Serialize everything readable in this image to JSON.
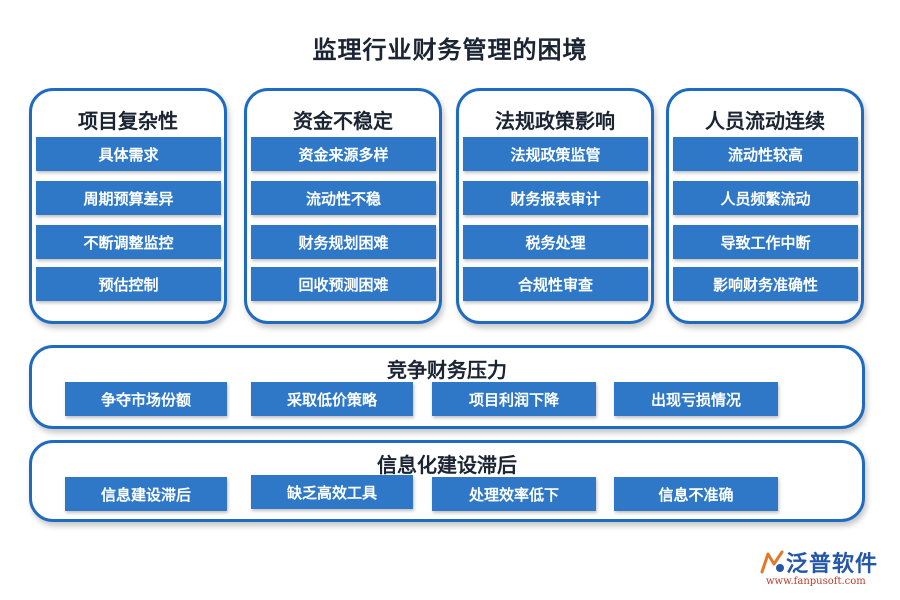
{
  "title": "监理行业财务管理的困境",
  "panels": [
    {
      "heading": "项目复杂性",
      "items": [
        "具体需求",
        "周期预算差异",
        "不断调整监控",
        "预估控制"
      ]
    },
    {
      "heading": "资金不稳定",
      "items": [
        "资金来源多样",
        "流动性不稳",
        "财务规划困难",
        "回收预测困难"
      ]
    },
    {
      "heading": "法规政策影响",
      "items": [
        "法规政策监管",
        "财务报表审计",
        "税务处理",
        "合规性审查"
      ]
    },
    {
      "heading": "人员流动连续",
      "items": [
        "流动性较高",
        "人员频繁流动",
        "导致工作中断",
        "影响财务准确性"
      ]
    }
  ],
  "wide_panels": [
    {
      "heading": "竞争财务压力",
      "items": [
        "争夺市场份额",
        "采取低价策略",
        "项目利润下降",
        "出现亏损情况"
      ]
    },
    {
      "heading": "信息化建设滞后",
      "items": [
        "信息建设滞后",
        "缺乏高效工具",
        "处理效率低下",
        "信息不准确"
      ]
    }
  ],
  "logo": {
    "name": "泛普软件",
    "url": "www.fanpusoft.com"
  },
  "colors": {
    "border": "#1f6bbf",
    "chip": "#2e78c7",
    "text": "#1b2433"
  }
}
